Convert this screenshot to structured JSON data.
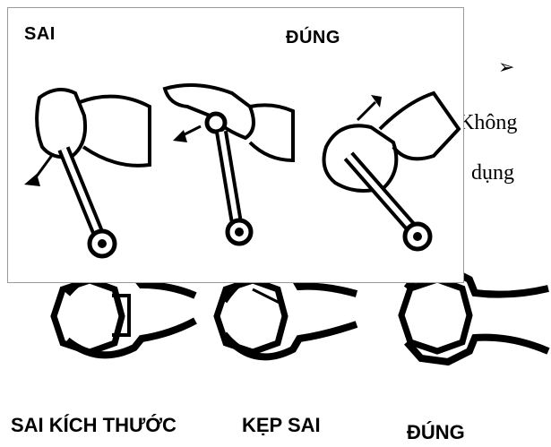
{
  "top_labels": {
    "wrong": "SAI",
    "right": "ĐÚNG"
  },
  "bottom_labels": {
    "wrong_size": "SAI KÍCH THƯỚC",
    "wrong_grip": "KẸP SAI",
    "right": "ĐÚNG"
  },
  "side_text": {
    "bullet": "➢",
    "line1": "Không",
    "line2": "dụng"
  }
}
